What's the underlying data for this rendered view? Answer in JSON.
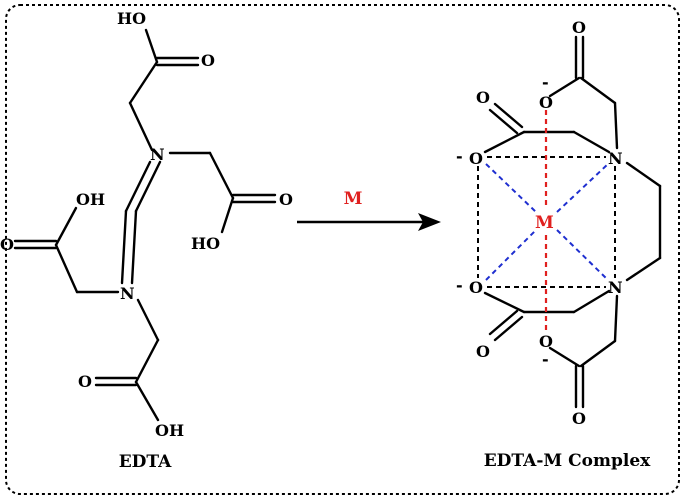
{
  "reaction": {
    "reagent": "M",
    "reactant_label": "EDTA",
    "product_label": "EDTA-M Complex"
  },
  "atoms": {
    "oxygen": "O",
    "nitrogen": "N",
    "hydroxyl": "HO",
    "hydroxyl_right": "OH",
    "metal": "M",
    "negative_charge": "-"
  },
  "colors": {
    "metal": "#e0201f",
    "equatorial_bonds": "#1f2fd0",
    "axial_bonds": "#e0201f",
    "border": "#000000"
  }
}
